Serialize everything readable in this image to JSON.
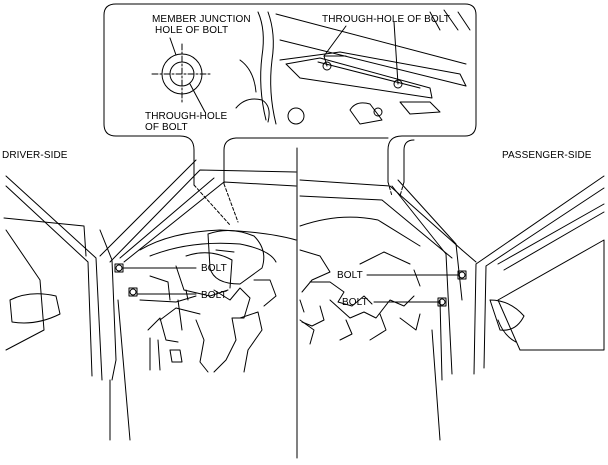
{
  "callout": {
    "member_junction_line1": "MEMBER JUNCTION",
    "member_junction_line2": "HOLE OF BOLT",
    "through_hole_top": "THROUGH-HOLE OF BOLT",
    "through_hole_left_line1": "THROUGH-HOLE",
    "through_hole_left_line2": "OF BOLT"
  },
  "driver": {
    "side_label": "DRIVER-SIDE",
    "bolt_upper": "BOLT",
    "bolt_lower": "BOLT"
  },
  "passenger": {
    "side_label": "PASSENGER-SIDE",
    "bolt_upper": "BOLT",
    "bolt_lower": "BOLT"
  },
  "colors": {
    "line": "#000000",
    "background": "#ffffff"
  }
}
